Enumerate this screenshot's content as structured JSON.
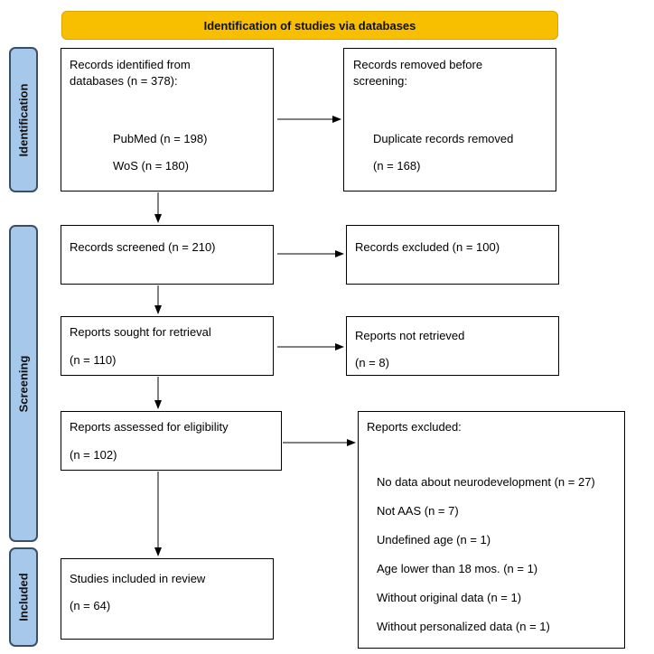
{
  "header": {
    "title": "Identification of studies via databases"
  },
  "phases": {
    "identification": "Identification",
    "screening": "Screening",
    "included": "Included"
  },
  "identified": {
    "title_line1": "Records identified from",
    "title_line2": "databases (n = 378):",
    "pubmed": "PubMed (n = 198)",
    "wos": "WoS (n = 180)"
  },
  "removed": {
    "title_line1": "Records removed before",
    "title_line2": "screening:",
    "duplicates": "Duplicate records removed",
    "count": "(n = 168)"
  },
  "screened": {
    "label": "Records screened (n = 210)"
  },
  "excluded": {
    "label": "Records excluded (n = 100)"
  },
  "sought": {
    "label": "Reports sought for retrieval",
    "count": "(n = 110)"
  },
  "not_retrieved": {
    "label": "Reports not retrieved",
    "count": "(n = 8)"
  },
  "assessed": {
    "label": "Reports assessed for eligibility",
    "count": "(n = 102)"
  },
  "reports_excluded": {
    "title": "Reports excluded:",
    "reasons": [
      "No data about neurodevelopment (n = 27)",
      "Not AAS (n = 7)",
      "Undefined age (n = 1)",
      "Age lower than 18 mos. (n = 1)",
      "Without original data (n = 1)",
      "Without personalized data (n = 1)"
    ]
  },
  "included": {
    "label": "Studies included in review",
    "count": "(n = 64)"
  }
}
